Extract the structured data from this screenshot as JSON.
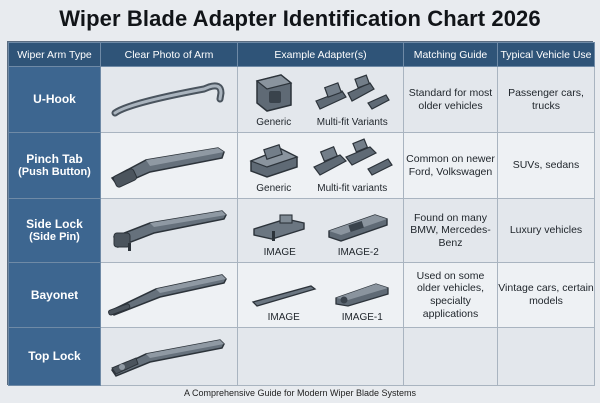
{
  "title": "Wiper Blade Adapter Identification Chart 2026",
  "headers": [
    "Wiper Arm Type",
    "Clear Photo of Arm",
    "Example Adapter(s)",
    "Matching Guide",
    "Typical Vehicle Use"
  ],
  "rows": [
    {
      "type": "U-Hook",
      "type_sub": "",
      "adapter_labels": [
        "Generic",
        "Multi-fit Variants"
      ],
      "guide": "Standard for most older vehicles",
      "use": "Passenger cars, trucks"
    },
    {
      "type": "Pinch Tab",
      "type_sub": "(Push Button)",
      "adapter_labels": [
        "Generic",
        "Multi-fit variants"
      ],
      "guide": "Common on newer Ford, Volkswagen",
      "use": "SUVs, sedans"
    },
    {
      "type": "Side Lock",
      "type_sub": "(Side Pin)",
      "adapter_labels": [
        "IMAGE",
        "IMAGE-2"
      ],
      "guide": "Found on many BMW, Mercedes-Benz",
      "use": "Luxury vehicles"
    },
    {
      "type": "Bayonet",
      "type_sub": "",
      "adapter_labels": [
        "IMAGE",
        "IMAGE-1"
      ],
      "guide": "Used on some older vehicles, specialty applications",
      "use": "Vintage cars, certain models"
    },
    {
      "type": "Top Lock",
      "type_sub": "",
      "adapter_labels": [],
      "guide": "",
      "use": ""
    }
  ],
  "footer": "A Comprehensive Guide for Modern Wiper Blade Systems",
  "colors": {
    "header_bg": "#2f5478",
    "type_cell_bg": "#3d6690",
    "part_gray": "#5f6a75"
  }
}
